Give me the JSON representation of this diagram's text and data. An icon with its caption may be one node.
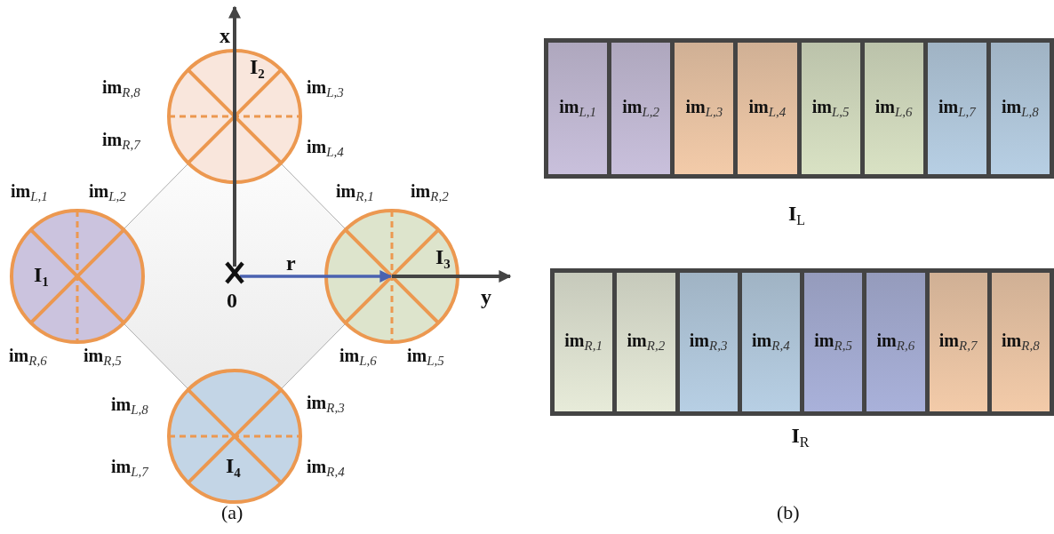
{
  "diagram": {
    "nodes": [
      {
        "text": [
          "I$_{2}$"
        ],
        "beside": [
          "im$_{R,8}$",
          "im$_{L,3}$",
          "im$_{R,7}$",
          "im$_{L,4}$"
        ]
      },
      {
        "text": [
          "I$_{1}$"
        ],
        "beside": [
          "im$_{L,1}$",
          "im$_{L,2}$",
          "im$_{R,6}$",
          "im$_{R,5}$"
        ]
      },
      {
        "text": [
          "I$_{3}$"
        ],
        "beside": [
          "im$_{R,1}$",
          "im$_{R,2}$",
          "im$_{L,6}$",
          "im$_{L,5}$"
        ]
      },
      {
        "text": [
          "I$_{4}$"
        ],
        "beside": [
          "im$_{L,8}$",
          "im$_{R,3}$",
          "im$_{L,7}$",
          "im$_{R,4}$"
        ]
      },
      {
        "text": [
          "I$_{L}$"
        ]
      },
      {
        "text": [
          "im$_{L,1}$"
        ],
        "in": 4
      },
      {
        "text": [
          "im$_{L,2}$"
        ],
        "in": 4
      },
      {
        "text": [
          "im$_{L,3}$"
        ],
        "in": 4
      },
      {
        "text": [
          "im$_{L,4}$"
        ],
        "in": 4
      },
      {
        "text": [
          "im$_{L,5}$"
        ],
        "in": 4
      },
      {
        "text": [
          "im$_{L,6}$"
        ],
        "in": 4
      },
      {
        "text": [
          "im$_{L,7}$"
        ],
        "in": 4
      },
      {
        "text": [
          "im$_{L,8}$"
        ],
        "in": 4
      },
      {
        "text": [
          "I$_{R}$"
        ]
      },
      {
        "text": [
          "im$_{R,1}$"
        ],
        "in": 13
      },
      {
        "text": [
          "im$_{R,2}$"
        ],
        "in": 13
      },
      {
        "text": [
          "im$_{R,3}$"
        ],
        "in": 13
      },
      {
        "text": [
          "im$_{R,4}$"
        ],
        "in": 13
      },
      {
        "text": [
          "im$_{R,5}$"
        ],
        "in": 13
      },
      {
        "text": [
          "im$_{R,6}$"
        ],
        "in": 13
      },
      {
        "text": [
          "im$_{R,7}$"
        ],
        "in": 13
      },
      {
        "text": [
          "im$_{R,8}$"
        ],
        "in": 13
      }
    ],
    "labels": [
      "x",
      "r",
      "0",
      "y",
      "(a)",
      "(b)"
    ]
  }
}
